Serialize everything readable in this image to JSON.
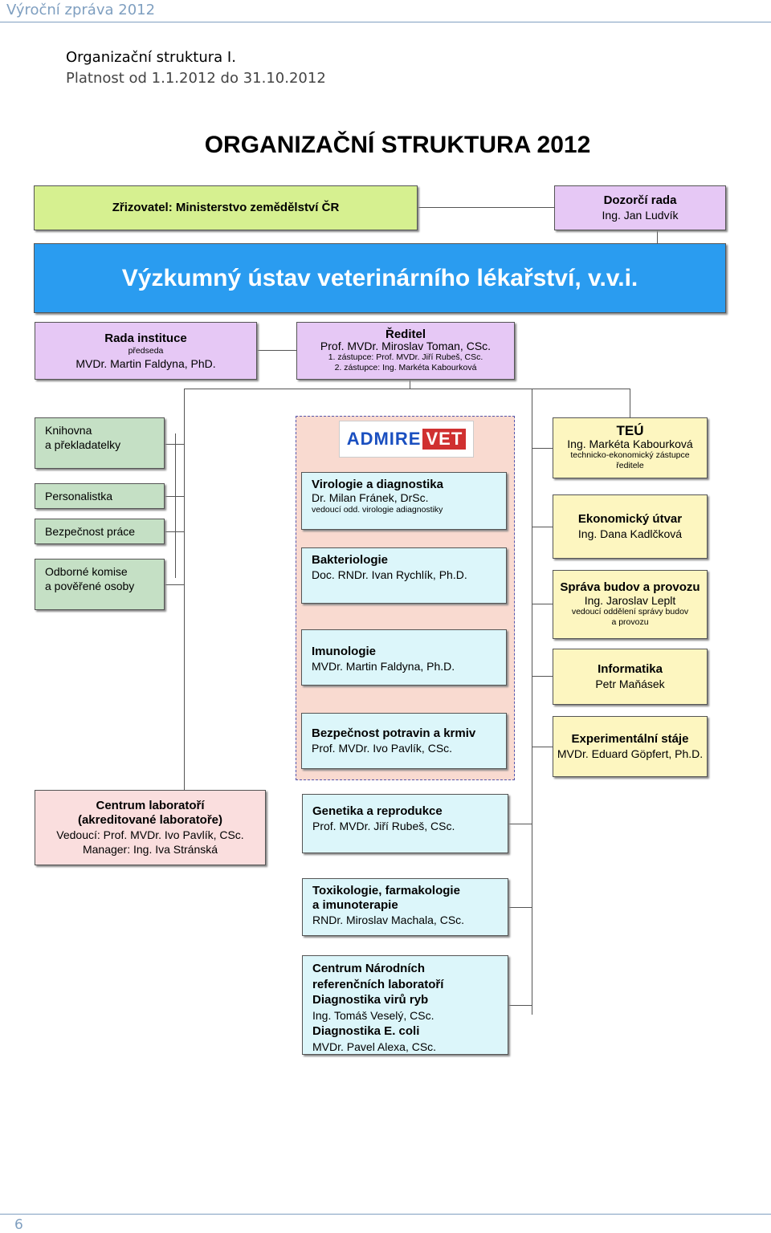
{
  "header": {
    "title": "Výroční zpráva 2012"
  },
  "intro": {
    "line1": "Organizační struktura I.",
    "line2": "Platnost od 1.1.2012 do 31.10.2012"
  },
  "chart": {
    "title": "ORGANIZAČNÍ STRUKTURA 2012"
  },
  "boxes": {
    "zrizovatel": "Zřizovatel: Ministerstvo zemědělství ČR",
    "dozorci": {
      "title": "Dozorčí rada",
      "name": "Ing. Jan Ludvík"
    },
    "institute": "Výzkumný ústav veterinárního lékařství, v.v.i.",
    "rada": {
      "title": "Rada instituce",
      "role": "předseda",
      "name": "MVDr. Martin Faldyna, PhD."
    },
    "reditel": {
      "title": "Ředitel",
      "name": "Prof. MVDr. Miroslav Toman, CSc.",
      "dep1": "1. zástupce: Prof. MVDr. Jiří Rubeš, CSc.",
      "dep2": "2. zástupce: Ing. Markéta Kabourková"
    },
    "knihovna": {
      "line1": "Knihovna",
      "line2": "a překladatelky"
    },
    "personalistka": "Personalistka",
    "bezpecnost": "Bezpečnost práce",
    "odborne": {
      "line1": "Odborné komise",
      "line2": "a pověřené osoby"
    },
    "admire": {
      "logo_left": "ADMIRE",
      "logo_right": "VET"
    },
    "virologie": {
      "title": "Virologie a diagnostika",
      "name": "Dr. Milan Fránek, DrSc.",
      "role": "vedoucí odd. virologie adiagnostiky"
    },
    "bakteriologie": {
      "title": "Bakteriologie",
      "name": "Doc. RNDr. Ivan Rychlík, Ph.D."
    },
    "imunologie": {
      "title": "Imunologie",
      "name": "MVDr. Martin Faldyna, Ph.D."
    },
    "bezpecnost_potravin": {
      "title": "Bezpečnost potravin a krmiv",
      "name": "Prof. MVDr. Ivo Pavlík, CSc."
    },
    "teu": {
      "title": "TEÚ",
      "name": "Ing. Markéta Kabourková",
      "role1": "technicko-ekonomický zástupce",
      "role2": "ředitele"
    },
    "ekonomicky": {
      "title": "Ekonomický útvar",
      "name": "Ing. Dana Kadlčková"
    },
    "sprava": {
      "title": "Správa budov a provozu",
      "name": "Ing. Jaroslav Leplt",
      "role1": "vedoucí oddělení správy budov",
      "role2": "a provozu"
    },
    "informatika": {
      "title": "Informatika",
      "name": "Petr Maňásek"
    },
    "staje": {
      "title": "Experimentální stáje",
      "name": "MVDr. Eduard Göpfert, Ph.D."
    },
    "centrum_lab": {
      "line1": "Centrum laboratoří",
      "line2": "(akreditované laboratoře)",
      "line3": "Vedoucí: Prof. MVDr. Ivo Pavlík, CSc.",
      "line4": "Manager: Ing. Iva Stránská"
    },
    "genetika": {
      "title": "Genetika a reprodukce",
      "name": "Prof. MVDr. Jiří Rubeš, CSc."
    },
    "toxikologie": {
      "title1": "Toxikologie, farmakologie",
      "title2": "a imunoterapie",
      "name": "RNDr. Miroslav Machala, CSc."
    },
    "nrl": {
      "t1": "Centrum Národních",
      "t2": "referenčních laboratoří",
      "t3": "Diagnostika virů ryb",
      "n1": "Ing. Tomáš Veselý, CSc.",
      "t4": "Diagnostika E. coli",
      "n2": "MVDr. Pavel Alexa, CSc."
    }
  },
  "footer": {
    "page": "6"
  }
}
